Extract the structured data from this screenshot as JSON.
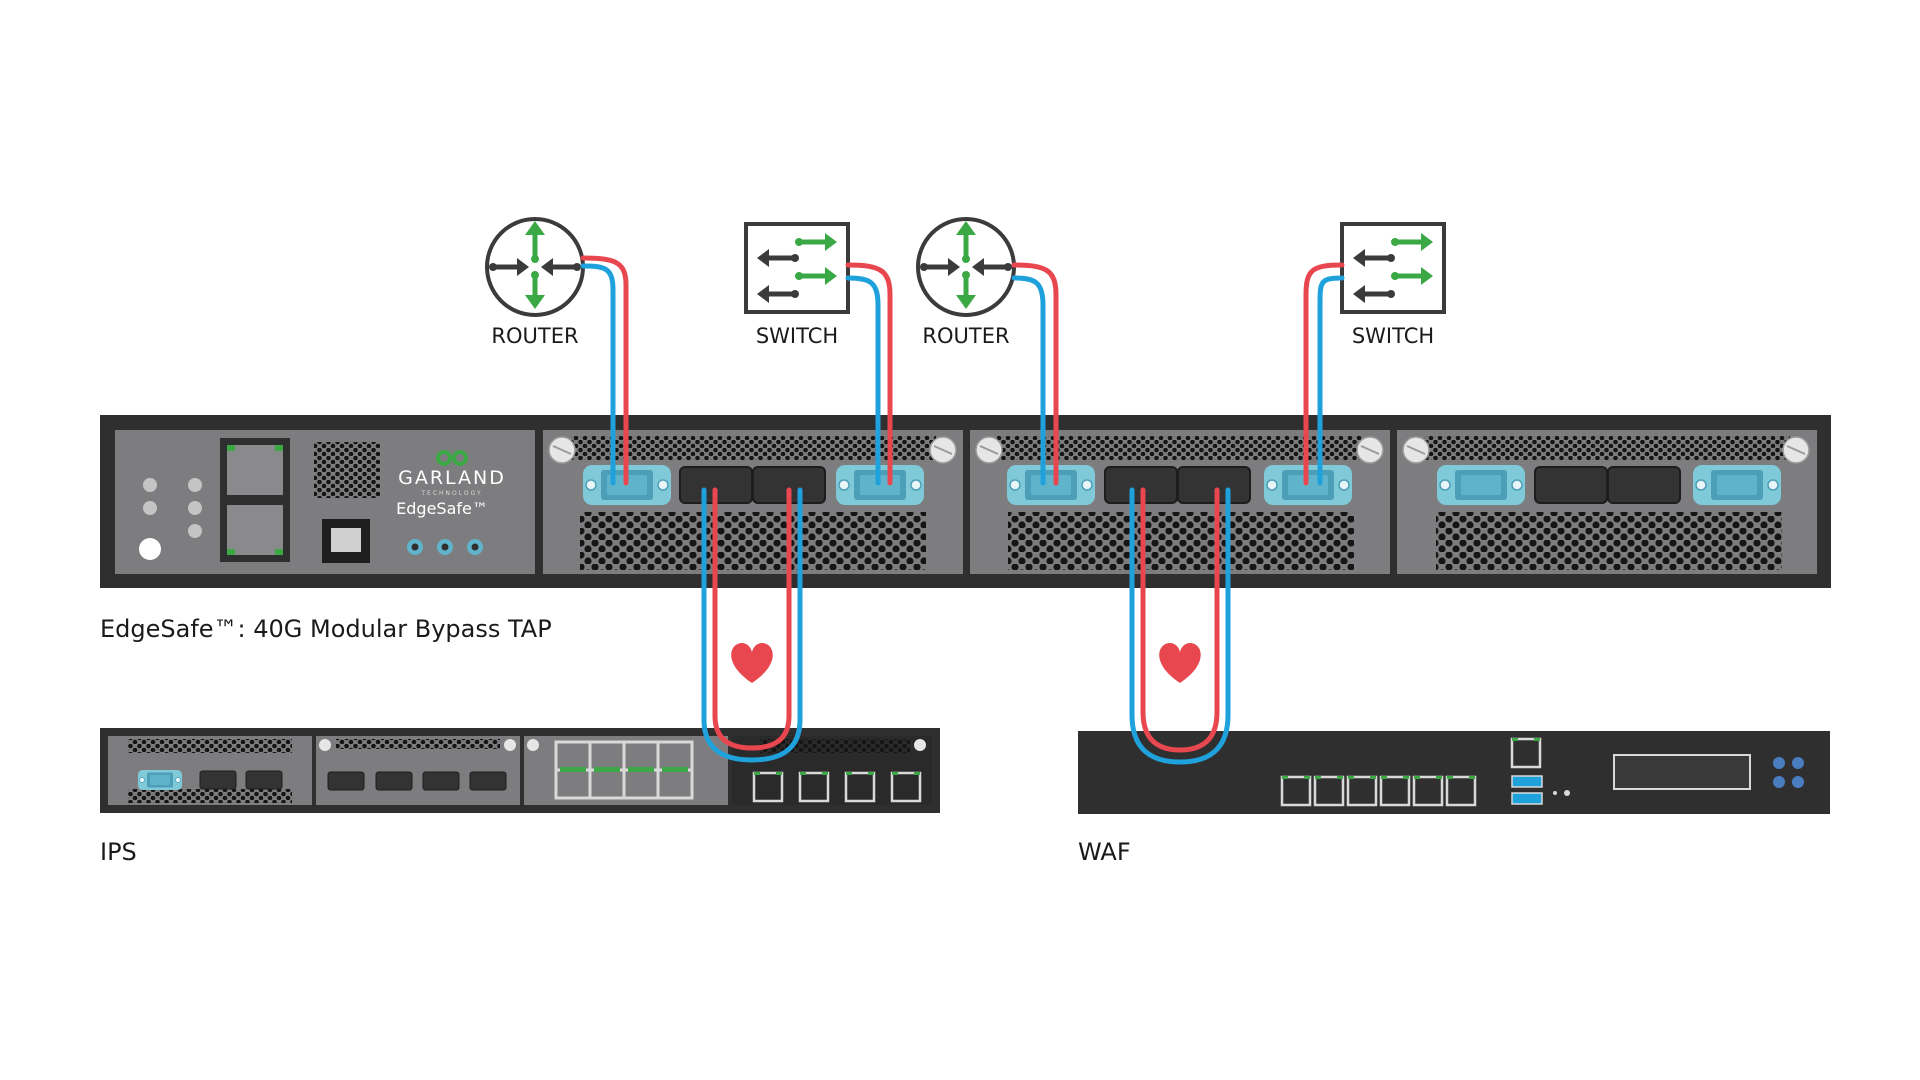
{
  "devices": {
    "router_1": {
      "label": "ROUTER"
    },
    "switch_1": {
      "label": "SWITCH"
    },
    "router_2": {
      "label": "ROUTER"
    },
    "switch_2": {
      "label": "SWITCH"
    }
  },
  "tap": {
    "brand": "GARLAND",
    "brand_sub": "TECHNOLOGY",
    "model": "EdgeSafe™",
    "caption": "EdgeSafe™: 40G Modular Bypass TAP"
  },
  "appliances": {
    "ips": {
      "caption": "IPS"
    },
    "waf": {
      "caption": "WAF"
    }
  },
  "colors": {
    "cable_red": "#e8474f",
    "cable_blue": "#1fa2dc",
    "arrow_green": "#3aa845",
    "chassis": "#2f2f30",
    "panel": "#7d7d7f",
    "port_cyan": "#7fc9d8",
    "heart": "#e8474f"
  }
}
